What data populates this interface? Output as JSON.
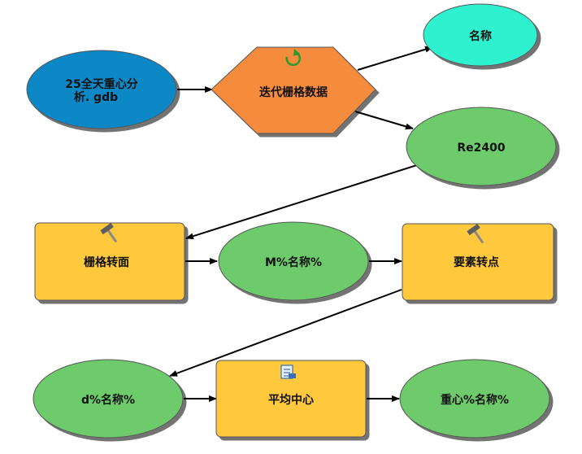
{
  "diagram": {
    "nodes": {
      "input_gdb": {
        "label_line1": "25全天重心分",
        "label_line2": "析. gdb",
        "color": "#1188C6"
      },
      "iterate": {
        "label": "迭代栅格数据",
        "color": "#F58B3C",
        "icon": "loop-arrow-icon"
      },
      "name": {
        "label": "名称",
        "color": "#2EF2CF"
      },
      "re2400": {
        "label": "Re2400",
        "color": "#6ECB6C"
      },
      "raster_to_polygon": {
        "label": "栅格转面",
        "color": "#FFC83D",
        "icon": "hammer-icon"
      },
      "m_name": {
        "label": "M%名称%",
        "color": "#6ECB6C"
      },
      "feature_to_point": {
        "label": "要素转点",
        "color": "#FFC83D",
        "icon": "hammer-icon"
      },
      "d_name": {
        "label": "d%名称%",
        "color": "#6ECB6C"
      },
      "mean_center": {
        "label": "平均中心",
        "color": "#FFC83D",
        "icon": "script-icon"
      },
      "center_name": {
        "label": "重心%名称%",
        "color": "#6ECB6C"
      }
    }
  }
}
